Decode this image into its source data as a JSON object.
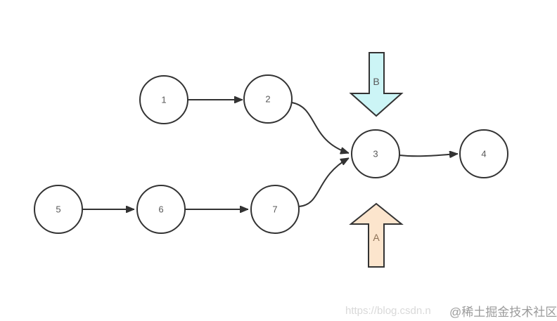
{
  "diagram": {
    "nodes": [
      {
        "id": "node-1",
        "label": "1"
      },
      {
        "id": "node-2",
        "label": "2"
      },
      {
        "id": "node-3",
        "label": "3"
      },
      {
        "id": "node-4",
        "label": "4"
      },
      {
        "id": "node-5",
        "label": "5"
      },
      {
        "id": "node-6",
        "label": "6"
      },
      {
        "id": "node-7",
        "label": "7"
      }
    ],
    "edges": [
      {
        "from": "1",
        "to": "2"
      },
      {
        "from": "2",
        "to": "3"
      },
      {
        "from": "5",
        "to": "6"
      },
      {
        "from": "6",
        "to": "7"
      },
      {
        "from": "7",
        "to": "3"
      },
      {
        "from": "3",
        "to": "4"
      }
    ],
    "big_arrows": [
      {
        "label": "B",
        "direction": "down",
        "fill": "#ccf5f6",
        "label_color": "#595959"
      },
      {
        "label": "A",
        "direction": "up",
        "fill": "#fce5cd",
        "label_color": "#8c7156"
      }
    ],
    "colors": {
      "node_stroke": "#333333",
      "node_fill": "#ffffff",
      "node_text": "#595959",
      "edge_stroke": "#333333"
    }
  },
  "watermark": {
    "url_text": "https://blog.csdn.n",
    "community_text": "@稀土掘金技术社区"
  }
}
